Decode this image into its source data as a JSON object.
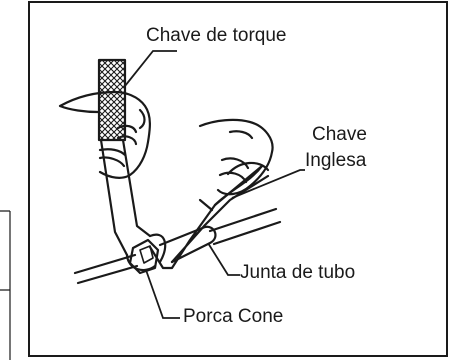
{
  "labels": {
    "torque_wrench": "Chave de torque",
    "adjustable_wrench_line1": "Chave",
    "adjustable_wrench_line2": "Inglesa",
    "pipe_union": "Junta de tubo",
    "flare_nut": "Porca Cone"
  },
  "colors": {
    "line": "#1a1a1a",
    "background": "#ffffff",
    "grip": "#1a1a1a"
  }
}
